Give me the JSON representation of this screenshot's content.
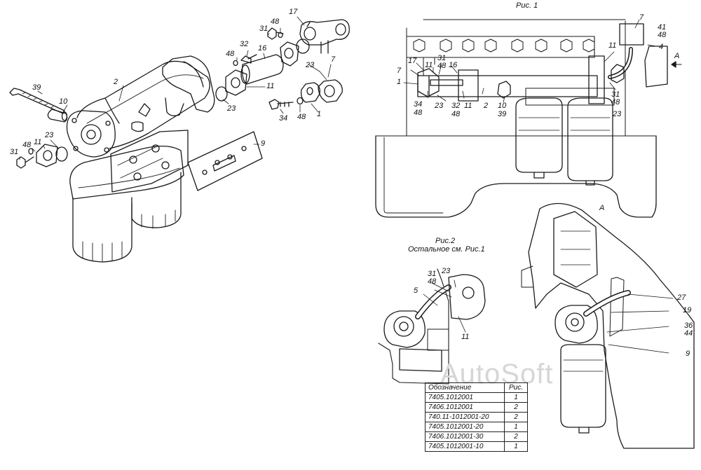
{
  "captions": {
    "fig1": "Рис. 1",
    "fig2_line1": "Рис.2",
    "fig2_line2": "Остальное см. Рис.1",
    "view_a": "A",
    "arrow_a": "A"
  },
  "watermark": "AutoSoft",
  "labels_main": [
    "39",
    "10",
    "2",
    "23",
    "48",
    "31",
    "11",
    "48",
    "32",
    "16",
    "31",
    "48",
    "17",
    "7",
    "23",
    "11",
    "23",
    "34",
    "48",
    "1",
    "9"
  ],
  "labels_fig1": [
    "17",
    "31",
    "11",
    "48",
    "16",
    "7",
    "1",
    "34",
    "48",
    "23",
    "32",
    "48",
    "11",
    "2",
    "10",
    "39",
    "11",
    "7",
    "41",
    "48",
    "4",
    "31",
    "48",
    "23"
  ],
  "labels_fig2": [
    "31",
    "48",
    "23",
    "5",
    "11"
  ],
  "labels_view_a": [
    "27",
    "19",
    "36",
    "44",
    "9"
  ],
  "spec_table": {
    "headers": [
      "Обозначение",
      "Рис."
    ],
    "rows": [
      [
        "7405.1012001",
        "1"
      ],
      [
        "7406.1012001",
        "2"
      ],
      [
        "740.11-1012001-20",
        "2"
      ],
      [
        "7405.1012001-20",
        "1"
      ],
      [
        "7406.1012001-30",
        "2"
      ],
      [
        "7405.1012001-10",
        "1"
      ]
    ]
  }
}
